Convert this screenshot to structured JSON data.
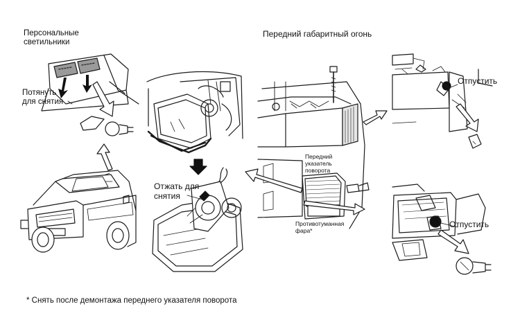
{
  "labels": {
    "personal_lamps": "Персональные\nсветильники",
    "pull_to_remove": "Потянуть\nдля снятия",
    "front_clearance_lamp": "Передний габаритный огонь",
    "release_top": "Отпустить",
    "front_turn_signal": "Передний\nуказатель\nповорота",
    "press_to_remove": "Отжать для\nснятия",
    "fog_lamp": "Противотуманная\nфара*",
    "release_bottom": "Отпустить"
  },
  "footnote": "* Снять после демонтажа переднего указателя поворота",
  "colors": {
    "line": "#1a1a1a",
    "fill_dark": "#111111",
    "fill_gray": "#bdbdbd",
    "background": "#ffffff"
  }
}
